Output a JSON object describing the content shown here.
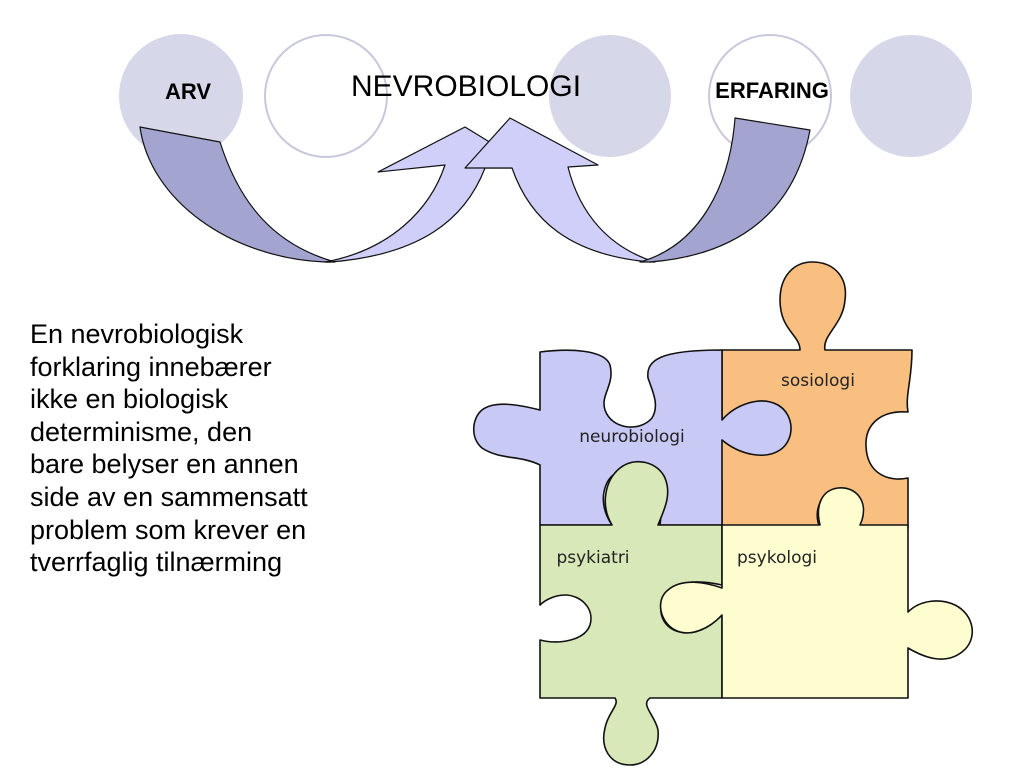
{
  "diagram": {
    "title": "NEVROBIOLOGI",
    "left_label": "ARV",
    "right_label": "ERFARING"
  },
  "puzzle": {
    "pieces": [
      {
        "id": "neurobiologi",
        "label": "neurobiologi",
        "color": "#c9c9f5"
      },
      {
        "id": "sosiologi",
        "label": "sosiologi",
        "color": "#f9bf80"
      },
      {
        "id": "psykiatri",
        "label": "psykiatri",
        "color": "#d8e8b8"
      },
      {
        "id": "psykologi",
        "label": "psykologi",
        "color": "#fdfdd0"
      }
    ]
  },
  "text": {
    "lines": [
      "En nevrobiologisk",
      "forklaring innebærer",
      "ikke en biologisk",
      "determinisme, den",
      "bare belyser en annen",
      "side av en sammensatt",
      "problem som krever en",
      "tverrfaglig tilnærming"
    ]
  },
  "colors": {
    "circle_fill": "#d7d7ea",
    "circle_outline": "#c8c8dc",
    "arrow_dark": "#a4a4d0",
    "arrow_light": "#cfcff9",
    "outline": "#111111"
  }
}
